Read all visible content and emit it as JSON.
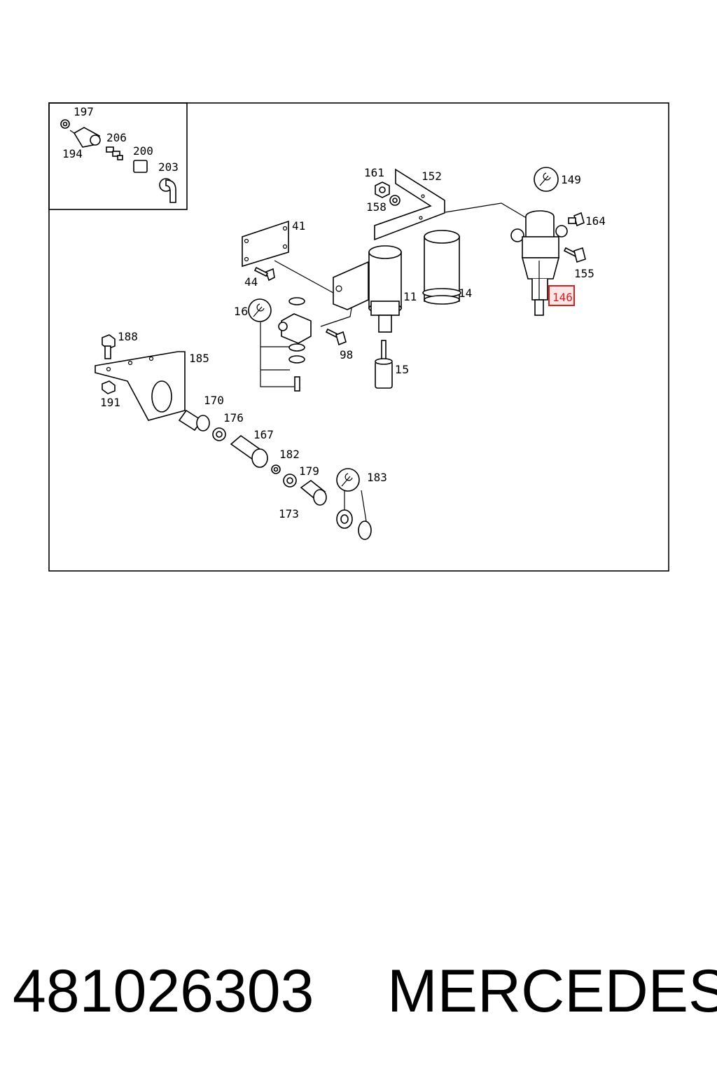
{
  "diagram": {
    "labels": {
      "p197": "197",
      "p194": "194",
      "p206": "206",
      "p200": "200",
      "p203": "203",
      "p161": "161",
      "p158": "158",
      "p152": "152",
      "p149": "149",
      "p164": "164",
      "p155": "155",
      "p146": "146",
      "p41": "41",
      "p44": "44",
      "p16": "16",
      "p11": "11",
      "p14": "14",
      "p98": "98",
      "p15": "15",
      "p188": "188",
      "p185": "185",
      "p191": "191",
      "p170": "170",
      "p176": "176",
      "p167": "167",
      "p182": "182",
      "p179": "179",
      "p183": "183",
      "p173": "173"
    },
    "highlighted_part": "146",
    "highlight_color": "#d42020"
  },
  "footer": {
    "part_number": "481026303",
    "brand": "MERCEDES"
  }
}
